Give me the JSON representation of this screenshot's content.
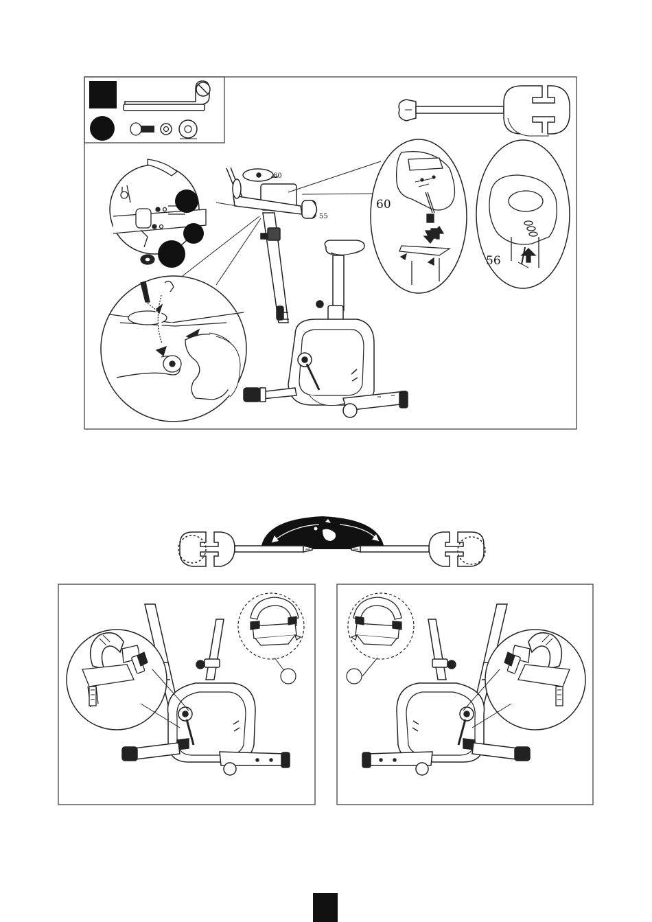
{
  "step_labels": {
    "part_60_small": "60",
    "part_55": "55",
    "part_60": "60",
    "part_56": "56"
  },
  "icons": {
    "step_badge": "black-square",
    "bolt_badge": "black-circle",
    "allen_key": "allen-key-icon",
    "multi_tool": "combination-wrench-screwdriver-icon",
    "pedal": "pedal-icon",
    "rotation_arrows": "curved-double-arrow-icon"
  },
  "colors": {
    "line": "#1a1a1a",
    "badge_fill": "#111111",
    "frame_border": "#333333",
    "background": "#ffffff"
  }
}
